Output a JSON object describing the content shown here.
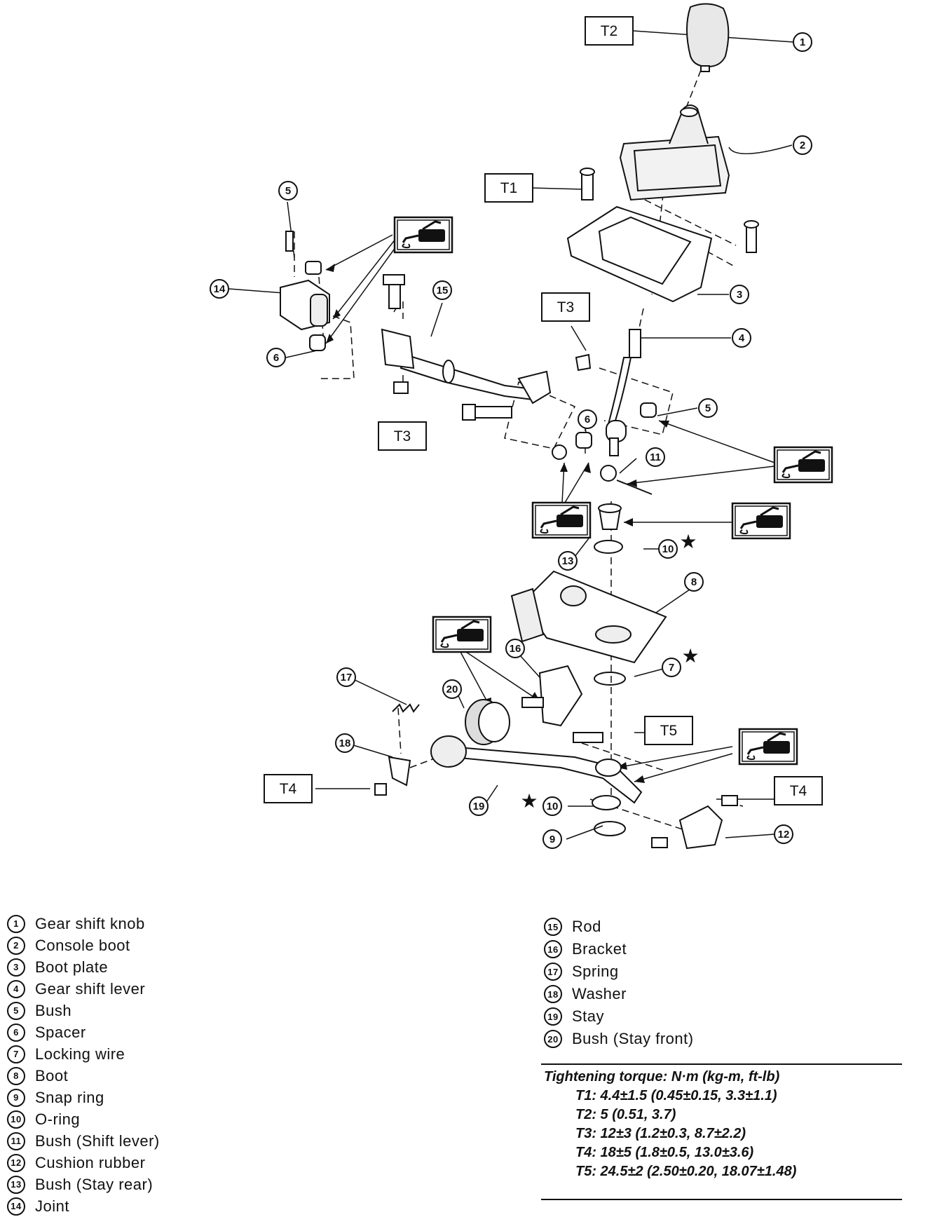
{
  "callouts": {
    "torque_tags": [
      "T1",
      "T2",
      "T3",
      "T4",
      "T5"
    ],
    "part_numbers": [
      "1",
      "2",
      "3",
      "4",
      "5",
      "6",
      "7",
      "8",
      "9",
      "10",
      "11",
      "12",
      "13",
      "14",
      "15",
      "16",
      "17",
      "18",
      "19",
      "20"
    ],
    "grease_icon": "grease-gun-icon",
    "replace_mark": "★"
  },
  "parts": [
    {
      "no": "1",
      "name": "Gear shift knob"
    },
    {
      "no": "2",
      "name": "Console boot"
    },
    {
      "no": "3",
      "name": "Boot plate"
    },
    {
      "no": "4",
      "name": "Gear shift lever"
    },
    {
      "no": "5",
      "name": "Bush"
    },
    {
      "no": "6",
      "name": "Spacer"
    },
    {
      "no": "7",
      "name": "Locking wire"
    },
    {
      "no": "8",
      "name": "Boot"
    },
    {
      "no": "9",
      "name": "Snap ring"
    },
    {
      "no": "10",
      "name": "O-ring"
    },
    {
      "no": "11",
      "name": "Bush (Shift lever)"
    },
    {
      "no": "12",
      "name": "Cushion rubber"
    },
    {
      "no": "13",
      "name": "Bush (Stay rear)"
    },
    {
      "no": "14",
      "name": "Joint"
    },
    {
      "no": "15",
      "name": "Rod"
    },
    {
      "no": "16",
      "name": "Bracket"
    },
    {
      "no": "17",
      "name": "Spring"
    },
    {
      "no": "18",
      "name": "Washer"
    },
    {
      "no": "19",
      "name": "Stay"
    },
    {
      "no": "20",
      "name": "Bush (Stay front)"
    }
  ],
  "torque": {
    "title": "Tightening torque: N·m (kg-m, ft-lb)",
    "rows": [
      "T1: 4.4±1.5 (0.45±0.15, 3.3±1.1)",
      "T2: 5 (0.51, 3.7)",
      "T3: 12±3 (1.2±0.3, 8.7±2.2)",
      "T4: 18±5 (1.8±0.5, 13.0±3.6)",
      "T5: 24.5±2 (2.50±0.20, 18.07±1.48)"
    ]
  }
}
